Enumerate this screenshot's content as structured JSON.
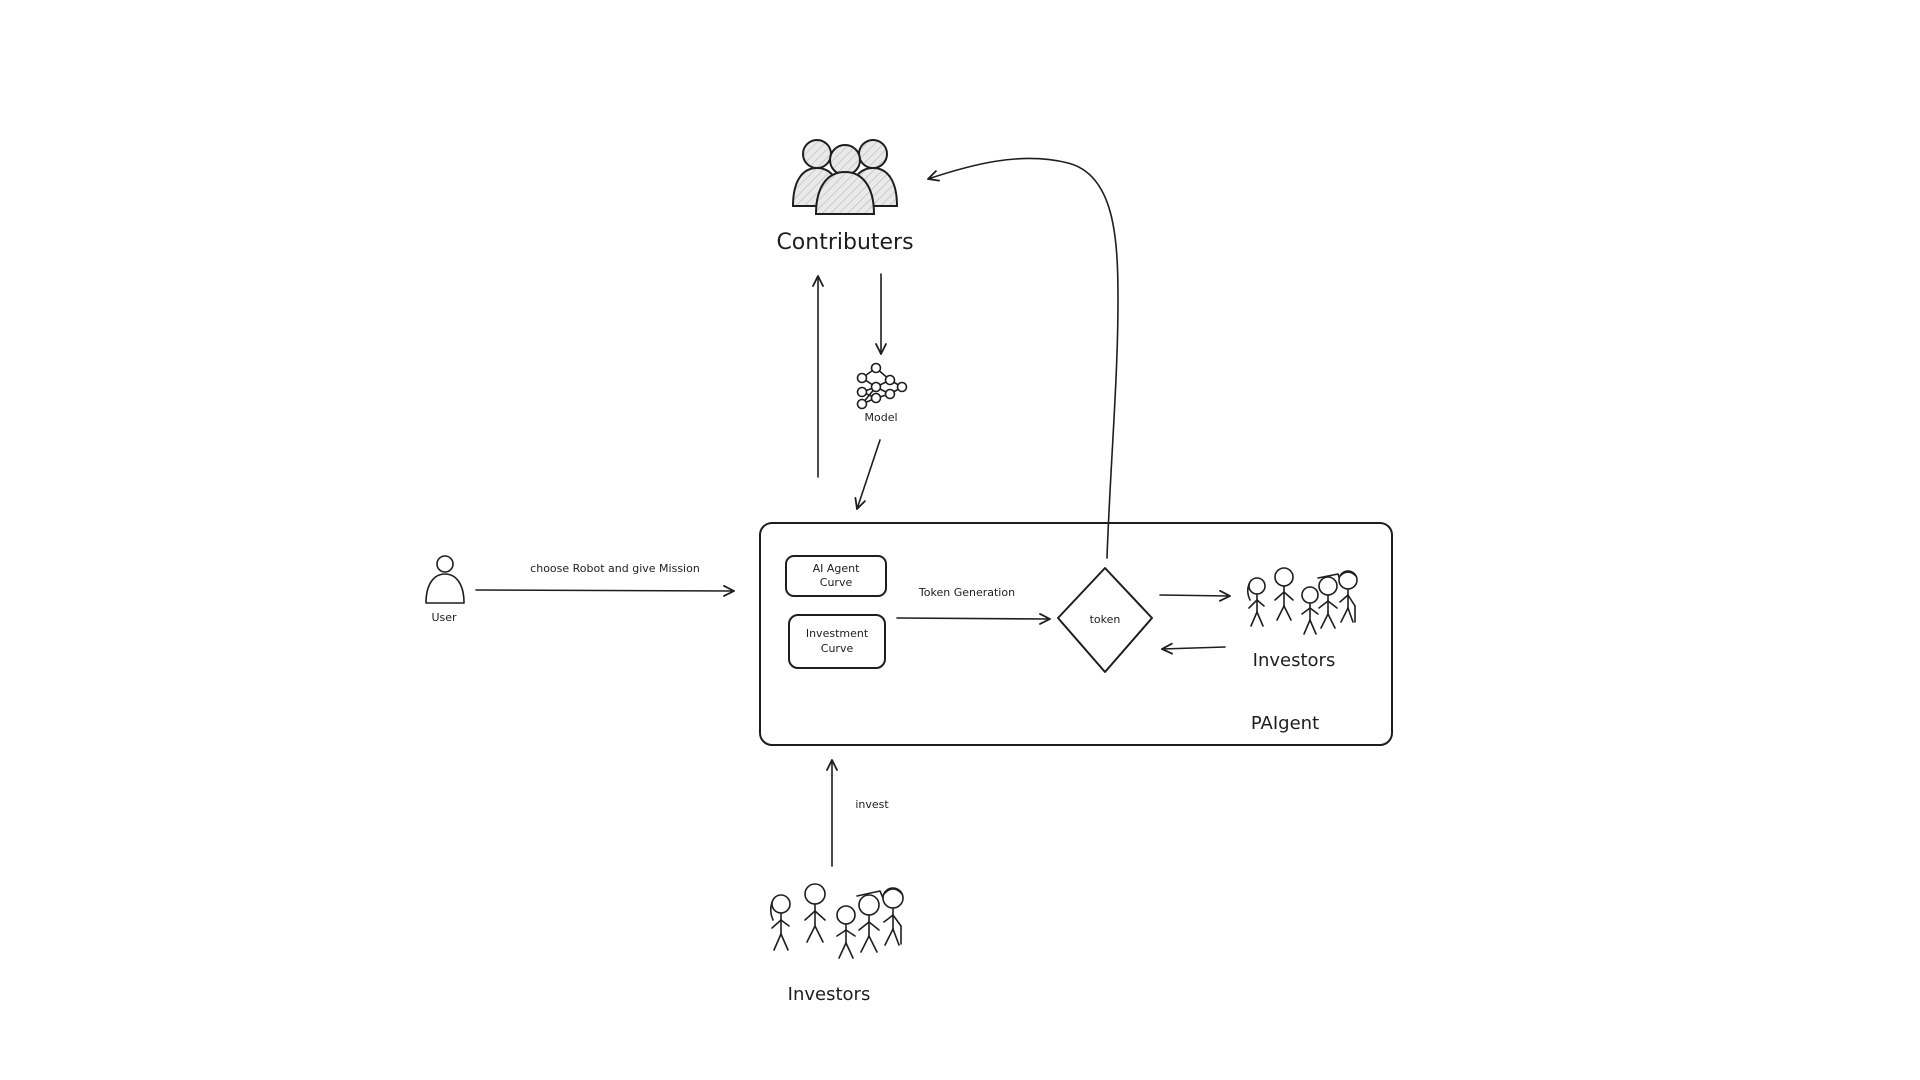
{
  "nodes": {
    "contributors_label": "Contributers",
    "model_label": "Model",
    "user_label": "User",
    "platform_label": "PAIgent",
    "ai_agent_curve_line1": "AI Agent",
    "ai_agent_curve_line2": "Curve",
    "investment_curve_line1": "Investment",
    "investment_curve_line2": "Curve",
    "token_label": "token",
    "investors_right_label": "Investors",
    "investors_bottom_label": "Investors"
  },
  "edges": {
    "user_to_platform": "choose Robot and give Mission",
    "curves_to_token": "Token Generation",
    "investors_to_platform": "invest"
  },
  "icons": {
    "contributors": "people-group-icon",
    "model": "neural-network-icon",
    "user": "user-icon",
    "investors": "stick-figure-group-icon"
  },
  "colors": {
    "stroke": "#1e1e1e",
    "background": "#ffffff"
  }
}
